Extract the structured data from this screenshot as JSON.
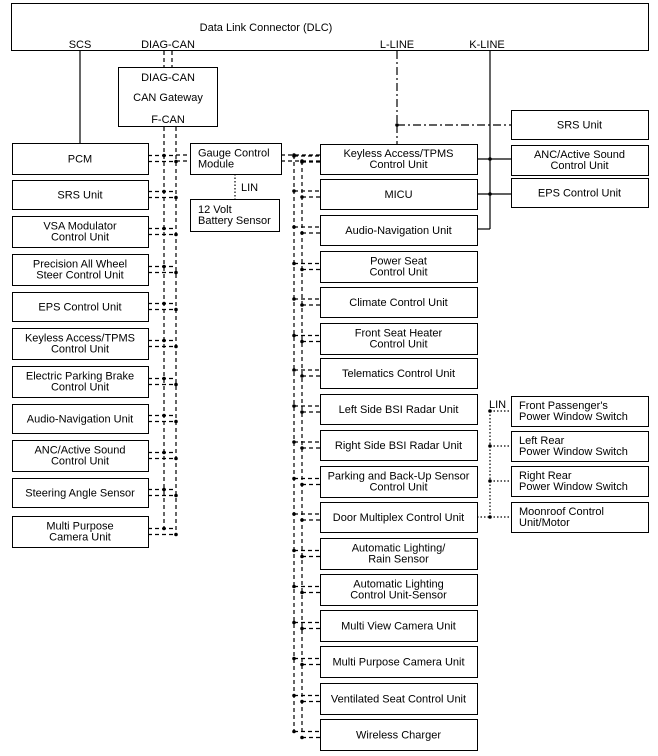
{
  "dlc": {
    "label": "Data Link Connector (DLC)"
  },
  "bus_labels": {
    "scs": "SCS",
    "diag_can": "DIAG-CAN",
    "l_line": "L-LINE",
    "k_line": "K-LINE",
    "lin_gauge": "LIN",
    "lin_door": "LIN"
  },
  "gateway": {
    "line1": "DIAG-CAN",
    "line2": "CAN Gateway",
    "line3": "F-CAN"
  },
  "gauge": {
    "line1": "Gauge Control",
    "line2": "Module"
  },
  "battery": {
    "line1": "12 Volt",
    "line2": "Battery Sensor"
  },
  "left_units": [
    {
      "l1": "PCM",
      "l2": ""
    },
    {
      "l1": "SRS Unit",
      "l2": ""
    },
    {
      "l1": "VSA Modulator",
      "l2": "Control Unit"
    },
    {
      "l1": "Precision All Wheel",
      "l2": "Steer Control Unit"
    },
    {
      "l1": "EPS Control Unit",
      "l2": ""
    },
    {
      "l1": "Keyless Access/TPMS",
      "l2": "Control Unit"
    },
    {
      "l1": "Electric Parking Brake",
      "l2": "Control Unit"
    },
    {
      "l1": "Audio-Navigation Unit",
      "l2": ""
    },
    {
      "l1": "ANC/Active Sound",
      "l2": "Control Unit"
    },
    {
      "l1": "Steering Angle Sensor",
      "l2": ""
    },
    {
      "l1": "Multi Purpose",
      "l2": "Camera Unit"
    }
  ],
  "middle_units": [
    {
      "l1": "Keyless Access/TPMS",
      "l2": "Control Unit"
    },
    {
      "l1": "MICU",
      "l2": ""
    },
    {
      "l1": "Audio-Navigation Unit",
      "l2": ""
    },
    {
      "l1": "Power Seat",
      "l2": "Control Unit"
    },
    {
      "l1": "Climate Control Unit",
      "l2": ""
    },
    {
      "l1": "Front Seat Heater",
      "l2": "Control Unit"
    },
    {
      "l1": "Telematics Control Unit",
      "l2": ""
    },
    {
      "l1": "Left Side BSI Radar Unit",
      "l2": ""
    },
    {
      "l1": "Right Side BSI Radar Unit",
      "l2": ""
    },
    {
      "l1": "Parking and Back-Up Sensor",
      "l2": "Control Unit"
    },
    {
      "l1": "Door Multiplex Control Unit",
      "l2": ""
    },
    {
      "l1": "Automatic Lighting/",
      "l2": "Rain Sensor"
    },
    {
      "l1": "Automatic Lighting",
      "l2": "Control Unit-Sensor"
    },
    {
      "l1": "Multi View Camera Unit",
      "l2": ""
    },
    {
      "l1": "Multi Purpose Camera Unit",
      "l2": ""
    },
    {
      "l1": "Ventilated Seat Control Unit",
      "l2": ""
    },
    {
      "l1": "Wireless Charger",
      "l2": ""
    }
  ],
  "right_units": [
    {
      "l1": "SRS Unit",
      "l2": ""
    },
    {
      "l1": "ANC/Active Sound",
      "l2": "Control Unit"
    },
    {
      "l1": "EPS Control Unit",
      "l2": ""
    }
  ],
  "lin_units": [
    {
      "l1": "Front Passenger's",
      "l2": "Power Window Switch"
    },
    {
      "l1": "Left Rear",
      "l2": "Power Window Switch"
    },
    {
      "l1": "Right Rear",
      "l2": "Power Window Switch"
    },
    {
      "l1": "Moonroof Control",
      "l2": "Unit/Motor"
    }
  ]
}
